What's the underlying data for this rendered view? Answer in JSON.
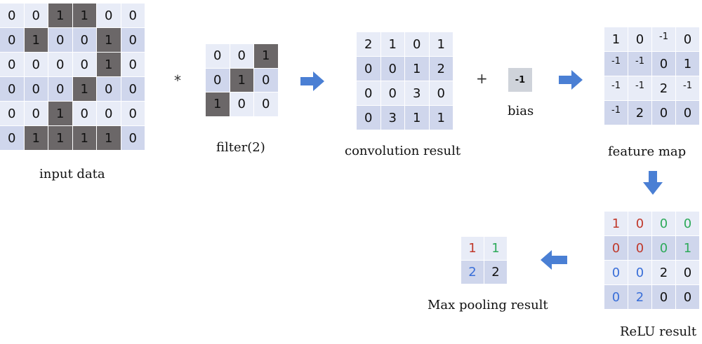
{
  "input": {
    "label": "input data",
    "rows": [
      [
        "0",
        "0",
        "1",
        "1",
        "0",
        "0"
      ],
      [
        "0",
        "1",
        "0",
        "0",
        "1",
        "0"
      ],
      [
        "0",
        "0",
        "0",
        "0",
        "1",
        "0"
      ],
      [
        "0",
        "0",
        "0",
        "1",
        "0",
        "0"
      ],
      [
        "0",
        "0",
        "1",
        "0",
        "0",
        "0"
      ],
      [
        "0",
        "1",
        "1",
        "1",
        "1",
        "0"
      ]
    ]
  },
  "operators": {
    "convolve": "*",
    "plus": "+"
  },
  "filter": {
    "label": "filter(2)",
    "rows": [
      [
        "0",
        "0",
        "1"
      ],
      [
        "0",
        "1",
        "0"
      ],
      [
        "1",
        "0",
        "0"
      ]
    ]
  },
  "convolution": {
    "label": "convolution result",
    "rows": [
      [
        "2",
        "1",
        "0",
        "1"
      ],
      [
        "0",
        "0",
        "1",
        "2"
      ],
      [
        "0",
        "0",
        "3",
        "0"
      ],
      [
        "0",
        "3",
        "1",
        "1"
      ]
    ]
  },
  "bias": {
    "value": "-1",
    "label": "bias"
  },
  "feature_map": {
    "label": "feature map",
    "rows": [
      [
        "1",
        "0",
        "-1",
        "0"
      ],
      [
        "-1",
        "-1",
        "0",
        "1"
      ],
      [
        "-1",
        "-1",
        "2",
        "-1"
      ],
      [
        "-1",
        "2",
        "0",
        "0"
      ]
    ]
  },
  "relu": {
    "label": "ReLU result",
    "rows": [
      [
        "1",
        "0",
        "0",
        "0"
      ],
      [
        "0",
        "0",
        "0",
        "1"
      ],
      [
        "0",
        "0",
        "2",
        "0"
      ],
      [
        "0",
        "2",
        "0",
        "0"
      ]
    ],
    "cell_colors": [
      [
        "#c0392b",
        "#c0392b",
        "#2eaa5a",
        "#2eaa5a"
      ],
      [
        "#c0392b",
        "#c0392b",
        "#2eaa5a",
        "#2eaa5a"
      ],
      [
        "#3a6fd8",
        "#3a6fd8",
        "#111111",
        "#111111"
      ],
      [
        "#3a6fd8",
        "#3a6fd8",
        "#111111",
        "#111111"
      ]
    ]
  },
  "max_pool": {
    "label": "Max pooling result",
    "rows": [
      [
        "1",
        "1"
      ],
      [
        "2",
        "2"
      ]
    ],
    "cell_colors": [
      [
        "#c0392b",
        "#2eaa5a"
      ],
      [
        "#3a6fd8",
        "#111111"
      ]
    ]
  },
  "colors": {
    "arrow": "#4a7fd4",
    "cell_light": "#e8ecf7",
    "cell_mid": "#cfd6ec",
    "cell_dark": "#6b6768"
  }
}
